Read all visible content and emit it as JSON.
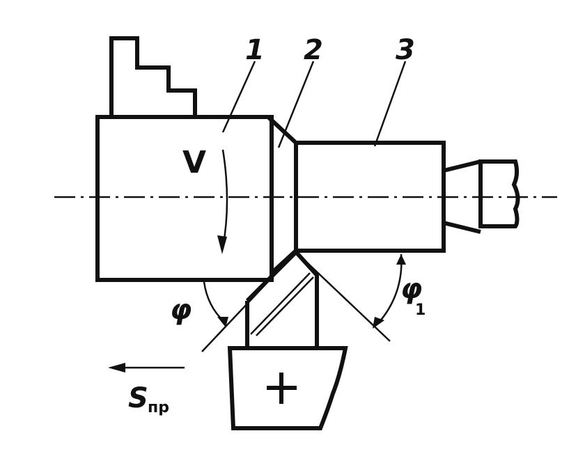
{
  "diagram": {
    "labels": {
      "surface_1": "1",
      "surface_2": "2",
      "surface_3": "3",
      "speed": "V",
      "angle_main": "φ",
      "angle_aux": "φ",
      "angle_aux_sub": "1",
      "feed": "S",
      "feed_sub": "пр"
    },
    "colors": {
      "ink": "#111111",
      "paper": "#ffffff"
    }
  }
}
